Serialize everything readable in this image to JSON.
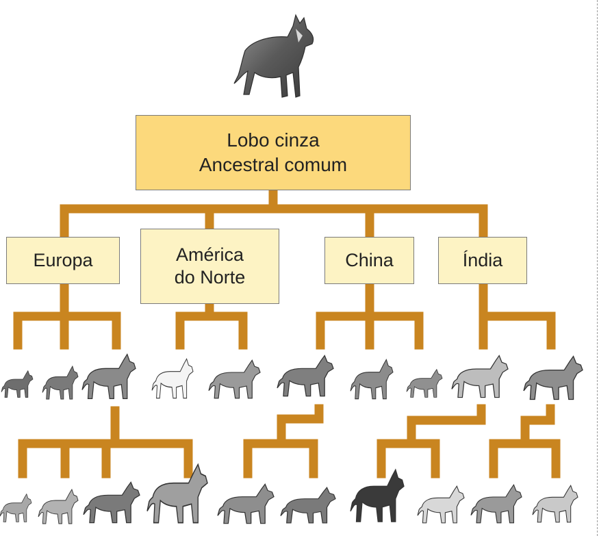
{
  "root": {
    "line1": "Lobo cinza",
    "line2": "Ancestral comum"
  },
  "regions": [
    {
      "line1": "Europa"
    },
    {
      "line1": "América",
      "line2": "do Norte"
    },
    {
      "line1": "China"
    },
    {
      "line1": "Índia"
    }
  ],
  "colors": {
    "branch": "#f0a83c",
    "branch_outline": "#c98520",
    "root_fill": "#fcd97c",
    "region_fill": "#fdf3c4",
    "box_border": "#7a7a7a"
  },
  "icons": {
    "ancestor": "wolf-icon",
    "breed": "dog-icon"
  }
}
